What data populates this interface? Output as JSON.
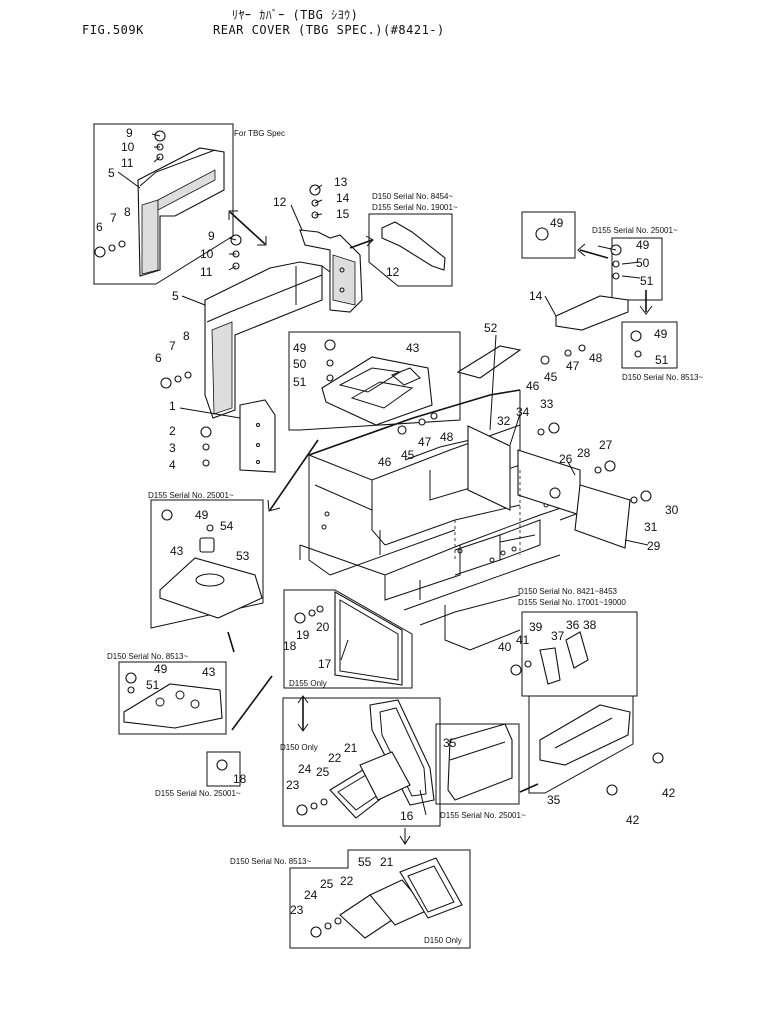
{
  "header": {
    "fig_no": "FIG.509K",
    "japanese_title": "ﾘﾔｰ ｶﾊﾞｰ (TBG ｼﾖｳ)",
    "english_title": "REAR COVER (TBG SPEC.)(#8421-)"
  },
  "notes": {
    "for_tbg": "For TBG Spec",
    "d150_8454": "D150 Serial No. 8454~",
    "d155_19001": "D155 Serial No. 19001~",
    "d155_25001_tr": "D155 Serial No. 25001~",
    "d150_8513_r": "D150 Serial No. 8513~",
    "d155_25001_l": "D155 Serial No. 25001~",
    "d150_8513_l": "D150 Serial No. 8513~",
    "d150_range": "D150 Serial No. 8421~8453",
    "d155_range": "D155 Serial No. 17001~19000",
    "d155_only": "D155 Only",
    "d150_only_1": "D150 Only",
    "d155_25001_b": "D155 Serial No. 25001~",
    "d155_25001_c": "D155 Serial No. 25001~",
    "d150_8513_b": "D150 Serial No. 8513~",
    "d150_only_2": "D150 Only"
  },
  "callouts": [
    {
      "id": "c1",
      "text": "9"
    },
    {
      "id": "c2",
      "text": "10"
    },
    {
      "id": "c3",
      "text": "11"
    },
    {
      "id": "c4",
      "text": "5"
    },
    {
      "id": "c5",
      "text": "7"
    },
    {
      "id": "c6",
      "text": "8"
    },
    {
      "id": "c7",
      "text": "6"
    },
    {
      "id": "c8",
      "text": "9"
    },
    {
      "id": "c9",
      "text": "10"
    },
    {
      "id": "c10",
      "text": "11"
    },
    {
      "id": "c11",
      "text": "5"
    },
    {
      "id": "c12",
      "text": "8"
    },
    {
      "id": "c13",
      "text": "7"
    },
    {
      "id": "c14",
      "text": "6"
    },
    {
      "id": "c15",
      "text": "13"
    },
    {
      "id": "c16",
      "text": "14"
    },
    {
      "id": "c17",
      "text": "15"
    },
    {
      "id": "c18",
      "text": "12"
    },
    {
      "id": "c19",
      "text": "12"
    },
    {
      "id": "c20",
      "text": "49"
    },
    {
      "id": "c21",
      "text": "49"
    },
    {
      "id": "c22",
      "text": "50"
    },
    {
      "id": "c23",
      "text": "51"
    },
    {
      "id": "c24",
      "text": "14"
    },
    {
      "id": "c25",
      "text": "48"
    },
    {
      "id": "c26",
      "text": "47"
    },
    {
      "id": "c27",
      "text": "45"
    },
    {
      "id": "c28",
      "text": "46"
    },
    {
      "id": "c29",
      "text": "49"
    },
    {
      "id": "c30",
      "text": "51"
    },
    {
      "id": "c31",
      "text": "52"
    },
    {
      "id": "c32",
      "text": "49"
    },
    {
      "id": "c33",
      "text": "43"
    },
    {
      "id": "c34",
      "text": "50"
    },
    {
      "id": "c35",
      "text": "51"
    },
    {
      "id": "c36",
      "text": "47"
    },
    {
      "id": "c37",
      "text": "48"
    },
    {
      "id": "c38",
      "text": "45"
    },
    {
      "id": "c39",
      "text": "46"
    },
    {
      "id": "c40",
      "text": "1"
    },
    {
      "id": "c41",
      "text": "2"
    },
    {
      "id": "c42",
      "text": "3"
    },
    {
      "id": "c43",
      "text": "4"
    },
    {
      "id": "c44",
      "text": "32"
    },
    {
      "id": "c45",
      "text": "34"
    },
    {
      "id": "c46",
      "text": "33"
    },
    {
      "id": "c47",
      "text": "26"
    },
    {
      "id": "c48",
      "text": "28"
    },
    {
      "id": "c49",
      "text": "27"
    },
    {
      "id": "c50",
      "text": "30"
    },
    {
      "id": "c51",
      "text": "31"
    },
    {
      "id": "c52",
      "text": "29"
    },
    {
      "id": "c53",
      "text": "49"
    },
    {
      "id": "c54",
      "text": "54"
    },
    {
      "id": "c55",
      "text": "43"
    },
    {
      "id": "c56",
      "text": "53"
    },
    {
      "id": "c57",
      "text": "19"
    },
    {
      "id": "c58",
      "text": "20"
    },
    {
      "id": "c59",
      "text": "18"
    },
    {
      "id": "c60",
      "text": "17"
    },
    {
      "id": "c61",
      "text": "39"
    },
    {
      "id": "c62",
      "text": "36"
    },
    {
      "id": "c63",
      "text": "38"
    },
    {
      "id": "c64",
      "text": "41"
    },
    {
      "id": "c65",
      "text": "40"
    },
    {
      "id": "c66",
      "text": "37"
    },
    {
      "id": "c67",
      "text": "49"
    },
    {
      "id": "c68",
      "text": "43"
    },
    {
      "id": "c69",
      "text": "51"
    },
    {
      "id": "c70",
      "text": "18"
    },
    {
      "id": "c71",
      "text": "21"
    },
    {
      "id": "c72",
      "text": "22"
    },
    {
      "id": "c73",
      "text": "24"
    },
    {
      "id": "c74",
      "text": "25"
    },
    {
      "id": "c75",
      "text": "23"
    },
    {
      "id": "c76",
      "text": "16"
    },
    {
      "id": "c77",
      "text": "35"
    },
    {
      "id": "c78",
      "text": "35"
    },
    {
      "id": "c79",
      "text": "42"
    },
    {
      "id": "c80",
      "text": "42"
    },
    {
      "id": "c81",
      "text": "55"
    },
    {
      "id": "c82",
      "text": "21"
    },
    {
      "id": "c83",
      "text": "22"
    },
    {
      "id": "c84",
      "text": "25"
    },
    {
      "id": "c85",
      "text": "24"
    },
    {
      "id": "c86",
      "text": "23"
    }
  ]
}
